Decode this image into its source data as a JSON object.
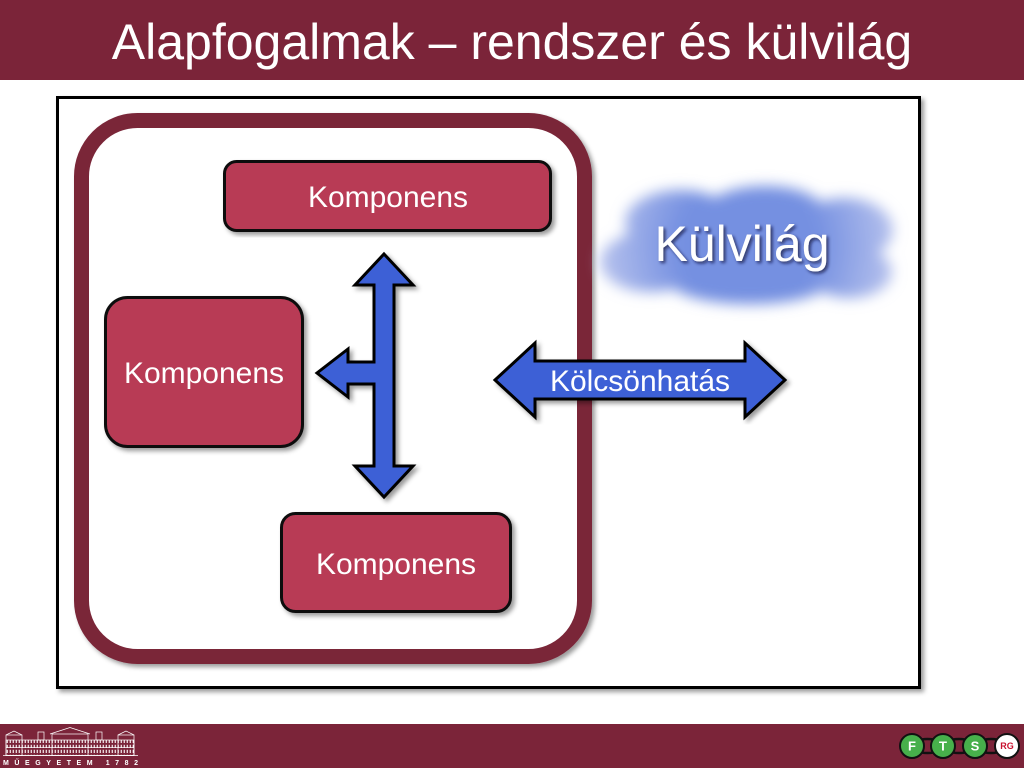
{
  "slide": {
    "title": "Alapfogalmak – rendszer és külvilág"
  },
  "diagram": {
    "system": {
      "components": [
        {
          "label": "Komponens"
        },
        {
          "label": "Komponens"
        },
        {
          "label": "Komponens"
        }
      ]
    },
    "interaction": {
      "label": "Kölcsönhatás"
    },
    "environment": {
      "label": "Külvilág"
    }
  },
  "footer": {
    "university_logo": {
      "icon": "building-logo-icon",
      "text": "MŰEGYETEM 1782"
    },
    "group_logo": {
      "icon": "linked-circles-logo-icon",
      "letters": [
        "F",
        "T",
        "S",
        "RG"
      ]
    }
  },
  "colors": {
    "header": "#7b2439",
    "system_boundary": "#7a2538",
    "component_fill": "#b83a55",
    "arrow_fill": "#3e61d6",
    "cloud_center": "#7590e1",
    "cloud_edge": "#bcc6ee",
    "logo_green": "#47b04b",
    "logo_red": "#c8102e"
  }
}
